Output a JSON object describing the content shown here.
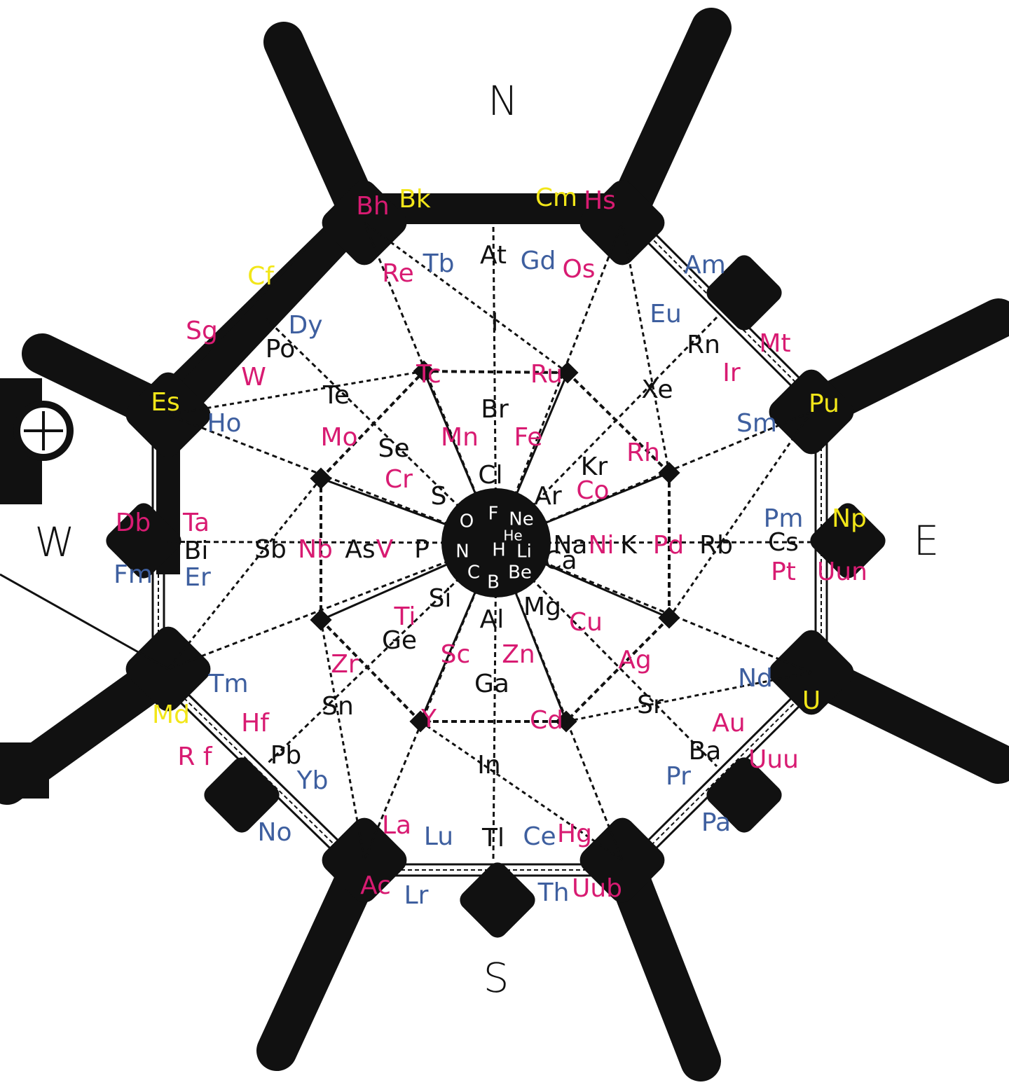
{
  "colors": {
    "frame": "#111111",
    "background": "#ffffff",
    "main_group": "#111111",
    "transition_metal": "#d81b72",
    "lanthanide": "#3e5f9f",
    "actinide": "#f2e619",
    "center_label": "#ffffff"
  },
  "compass": {
    "north": "N",
    "south": "S",
    "east": "E",
    "west": "W"
  },
  "elements": [
    {
      "sym": "H",
      "cat": "center"
    },
    {
      "sym": "He",
      "cat": "center"
    },
    {
      "sym": "Li",
      "cat": "center"
    },
    {
      "sym": "Be",
      "cat": "center"
    },
    {
      "sym": "B",
      "cat": "center"
    },
    {
      "sym": "C",
      "cat": "center"
    },
    {
      "sym": "N",
      "cat": "center"
    },
    {
      "sym": "O",
      "cat": "center"
    },
    {
      "sym": "F",
      "cat": "center"
    },
    {
      "sym": "Ne",
      "cat": "center"
    },
    {
      "sym": "Na",
      "cat": "main"
    },
    {
      "sym": "Mg",
      "cat": "main"
    },
    {
      "sym": "Al",
      "cat": "main"
    },
    {
      "sym": "Si",
      "cat": "main"
    },
    {
      "sym": "P",
      "cat": "main"
    },
    {
      "sym": "S",
      "cat": "main"
    },
    {
      "sym": "Cl",
      "cat": "main"
    },
    {
      "sym": "Ar",
      "cat": "main"
    },
    {
      "sym": "K",
      "cat": "main"
    },
    {
      "sym": "Ca",
      "cat": "main"
    },
    {
      "sym": "Ga",
      "cat": "main"
    },
    {
      "sym": "Ge",
      "cat": "main"
    },
    {
      "sym": "As",
      "cat": "main"
    },
    {
      "sym": "Se",
      "cat": "main"
    },
    {
      "sym": "Br",
      "cat": "main"
    },
    {
      "sym": "Kr",
      "cat": "main"
    },
    {
      "sym": "Rb",
      "cat": "main"
    },
    {
      "sym": "Sr",
      "cat": "main"
    },
    {
      "sym": "In",
      "cat": "main"
    },
    {
      "sym": "Sn",
      "cat": "main"
    },
    {
      "sym": "Sb",
      "cat": "main"
    },
    {
      "sym": "Te",
      "cat": "main"
    },
    {
      "sym": "I",
      "cat": "main"
    },
    {
      "sym": "Xe",
      "cat": "main"
    },
    {
      "sym": "Cs",
      "cat": "main"
    },
    {
      "sym": "Ba",
      "cat": "main"
    },
    {
      "sym": "Tl",
      "cat": "main"
    },
    {
      "sym": "Pb",
      "cat": "main"
    },
    {
      "sym": "Bi",
      "cat": "main"
    },
    {
      "sym": "Po",
      "cat": "main"
    },
    {
      "sym": "At",
      "cat": "main"
    },
    {
      "sym": "Rn",
      "cat": "main"
    },
    {
      "sym": "Sc",
      "cat": "transition"
    },
    {
      "sym": "Ti",
      "cat": "transition"
    },
    {
      "sym": "V",
      "cat": "transition"
    },
    {
      "sym": "Cr",
      "cat": "transition"
    },
    {
      "sym": "Mn",
      "cat": "transition"
    },
    {
      "sym": "Fe",
      "cat": "transition"
    },
    {
      "sym": "Co",
      "cat": "transition"
    },
    {
      "sym": "Ni",
      "cat": "transition"
    },
    {
      "sym": "Cu",
      "cat": "transition"
    },
    {
      "sym": "Zn",
      "cat": "transition"
    },
    {
      "sym": "Y",
      "cat": "transition"
    },
    {
      "sym": "Zr",
      "cat": "transition"
    },
    {
      "sym": "Nb",
      "cat": "transition"
    },
    {
      "sym": "Mo",
      "cat": "transition"
    },
    {
      "sym": "Tc",
      "cat": "transition"
    },
    {
      "sym": "Ru",
      "cat": "transition"
    },
    {
      "sym": "Rh",
      "cat": "transition"
    },
    {
      "sym": "Pd",
      "cat": "transition"
    },
    {
      "sym": "Ag",
      "cat": "transition"
    },
    {
      "sym": "Cd",
      "cat": "transition"
    },
    {
      "sym": "La",
      "cat": "transition"
    },
    {
      "sym": "Hf",
      "cat": "transition"
    },
    {
      "sym": "Ta",
      "cat": "transition"
    },
    {
      "sym": "W",
      "cat": "transition"
    },
    {
      "sym": "Re",
      "cat": "transition"
    },
    {
      "sym": "Os",
      "cat": "transition"
    },
    {
      "sym": "Ir",
      "cat": "transition"
    },
    {
      "sym": "Pt",
      "cat": "transition"
    },
    {
      "sym": "Au",
      "cat": "transition"
    },
    {
      "sym": "Hg",
      "cat": "transition"
    },
    {
      "sym": "Ac",
      "cat": "transition"
    },
    {
      "sym": "R f",
      "cat": "transition"
    },
    {
      "sym": "Db",
      "cat": "transition"
    },
    {
      "sym": "Sg",
      "cat": "transition"
    },
    {
      "sym": "Bh",
      "cat": "transition"
    },
    {
      "sym": "Hs",
      "cat": "transition"
    },
    {
      "sym": "Mt",
      "cat": "transition"
    },
    {
      "sym": "Uun",
      "cat": "transition"
    },
    {
      "sym": "Uuu",
      "cat": "transition"
    },
    {
      "sym": "Uub",
      "cat": "transition"
    },
    {
      "sym": "Ce",
      "cat": "lanthanide"
    },
    {
      "sym": "Pr",
      "cat": "lanthanide"
    },
    {
      "sym": "Nd",
      "cat": "lanthanide"
    },
    {
      "sym": "Pm",
      "cat": "lanthanide"
    },
    {
      "sym": "Sm",
      "cat": "lanthanide"
    },
    {
      "sym": "Eu",
      "cat": "lanthanide"
    },
    {
      "sym": "Gd",
      "cat": "lanthanide"
    },
    {
      "sym": "Tb",
      "cat": "lanthanide"
    },
    {
      "sym": "Dy",
      "cat": "lanthanide"
    },
    {
      "sym": "Ho",
      "cat": "lanthanide"
    },
    {
      "sym": "Er",
      "cat": "lanthanide"
    },
    {
      "sym": "Tm",
      "cat": "lanthanide"
    },
    {
      "sym": "Yb",
      "cat": "lanthanide"
    },
    {
      "sym": "Lu",
      "cat": "lanthanide"
    },
    {
      "sym": "Th",
      "cat": "lanthanide"
    },
    {
      "sym": "Pa",
      "cat": "lanthanide"
    },
    {
      "sym": "Am",
      "cat": "lanthanide"
    },
    {
      "sym": "Fm",
      "cat": "lanthanide"
    },
    {
      "sym": "No",
      "cat": "lanthanide"
    },
    {
      "sym": "Lr",
      "cat": "lanthanide"
    },
    {
      "sym": "U",
      "cat": "actinide"
    },
    {
      "sym": "Np",
      "cat": "actinide"
    },
    {
      "sym": "Pu",
      "cat": "actinide"
    },
    {
      "sym": "Cm",
      "cat": "actinide"
    },
    {
      "sym": "Bk",
      "cat": "actinide"
    },
    {
      "sym": "Cf",
      "cat": "actinide"
    },
    {
      "sym": "Es",
      "cat": "actinide"
    },
    {
      "sym": "Md",
      "cat": "actinide"
    }
  ]
}
